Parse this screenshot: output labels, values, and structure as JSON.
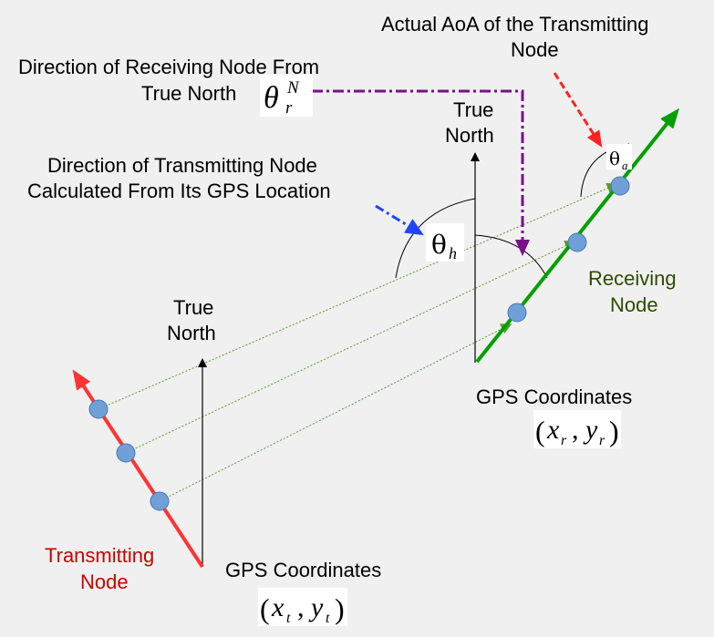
{
  "labels": {
    "direction_receiving_line1": "Direction of Receiving Node From",
    "direction_receiving_line2": "True North",
    "actual_aoa_line1": "Actual AoA of the Transmitting",
    "actual_aoa_line2": "Node",
    "direction_transmitting_line1": "Direction of Transmitting Node",
    "direction_transmitting_line2": "Calculated From Its GPS Location",
    "true_north_word1": "True",
    "true_north_word2": "North",
    "receiving_node_line1": "Receiving",
    "receiving_node_line2": "Node",
    "transmitting_node_line1": "Transmitting",
    "transmitting_node_line2": "Node",
    "gps_coordinates": "GPS Coordinates"
  },
  "math": {
    "theta": "θ",
    "sup_N": "N",
    "sub_r": "r",
    "sub_h": "h",
    "sub_a": "a",
    "x": "x",
    "y": "y",
    "sub_t": "t",
    "comma": ",",
    "paren_open": "(",
    "paren_close": ")"
  },
  "colors": {
    "background": "#f0f0f0",
    "receiving_arrow": "#00a000",
    "transmitting_arrow": "#ff3333",
    "node_dot": "#6fa0d8",
    "purple_dashdot": "#7a0f8a",
    "blue_arrow": "#2244ff",
    "red_dashed": "#ff2222",
    "dotted_green": "#5a9a2a",
    "receiving_label": "#2e4a00",
    "transmitting_label": "#cc0000"
  }
}
